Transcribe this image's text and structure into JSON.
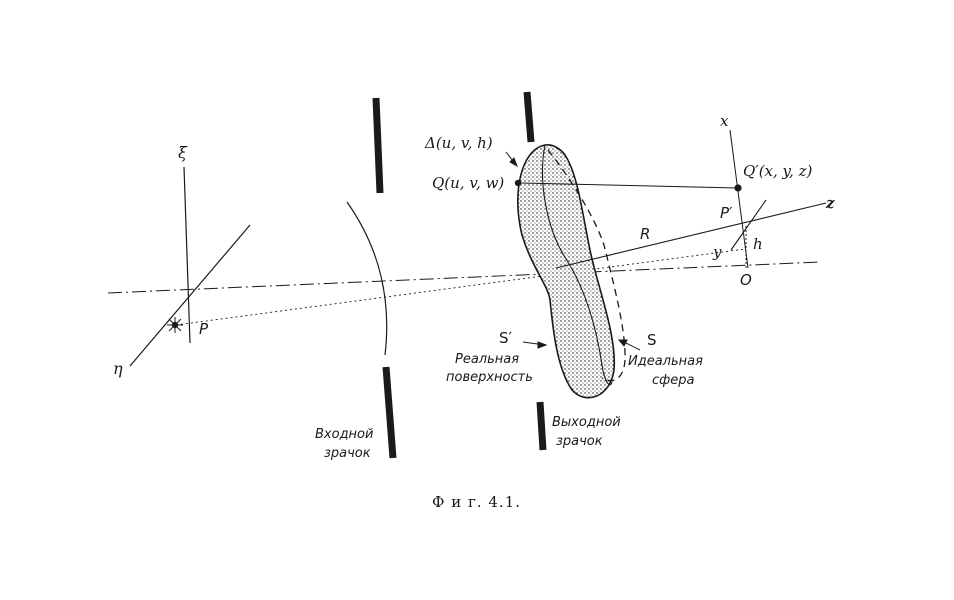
{
  "labels": {
    "xi": "ξ",
    "eta": "η",
    "P": "P",
    "delta": "Δ(u, v, h)",
    "Q": "Q(u, v, w)",
    "Q_prime": "Q′(x, y, z)",
    "x_axis": "x",
    "z_axis": "z",
    "y_axis": "y",
    "P_prime": "P′",
    "R": "R",
    "h": "h",
    "O": "O",
    "S_prime": "S′",
    "S": "S",
    "real_surface_line1": "Реальная",
    "real_surface_line2": "поверхность",
    "ideal_sphere_line1": "Идеальная",
    "ideal_sphere_line2": "сфера",
    "entrance_pupil_line1": "Входной",
    "entrance_pupil_line2": "зрачок",
    "exit_pupil_line1": "Выходной",
    "exit_pupil_line2": "зрачок"
  },
  "caption": "Ф и г.   4.1.",
  "colors": {
    "ink": "#1a1a1a",
    "background": "#ffffff"
  }
}
